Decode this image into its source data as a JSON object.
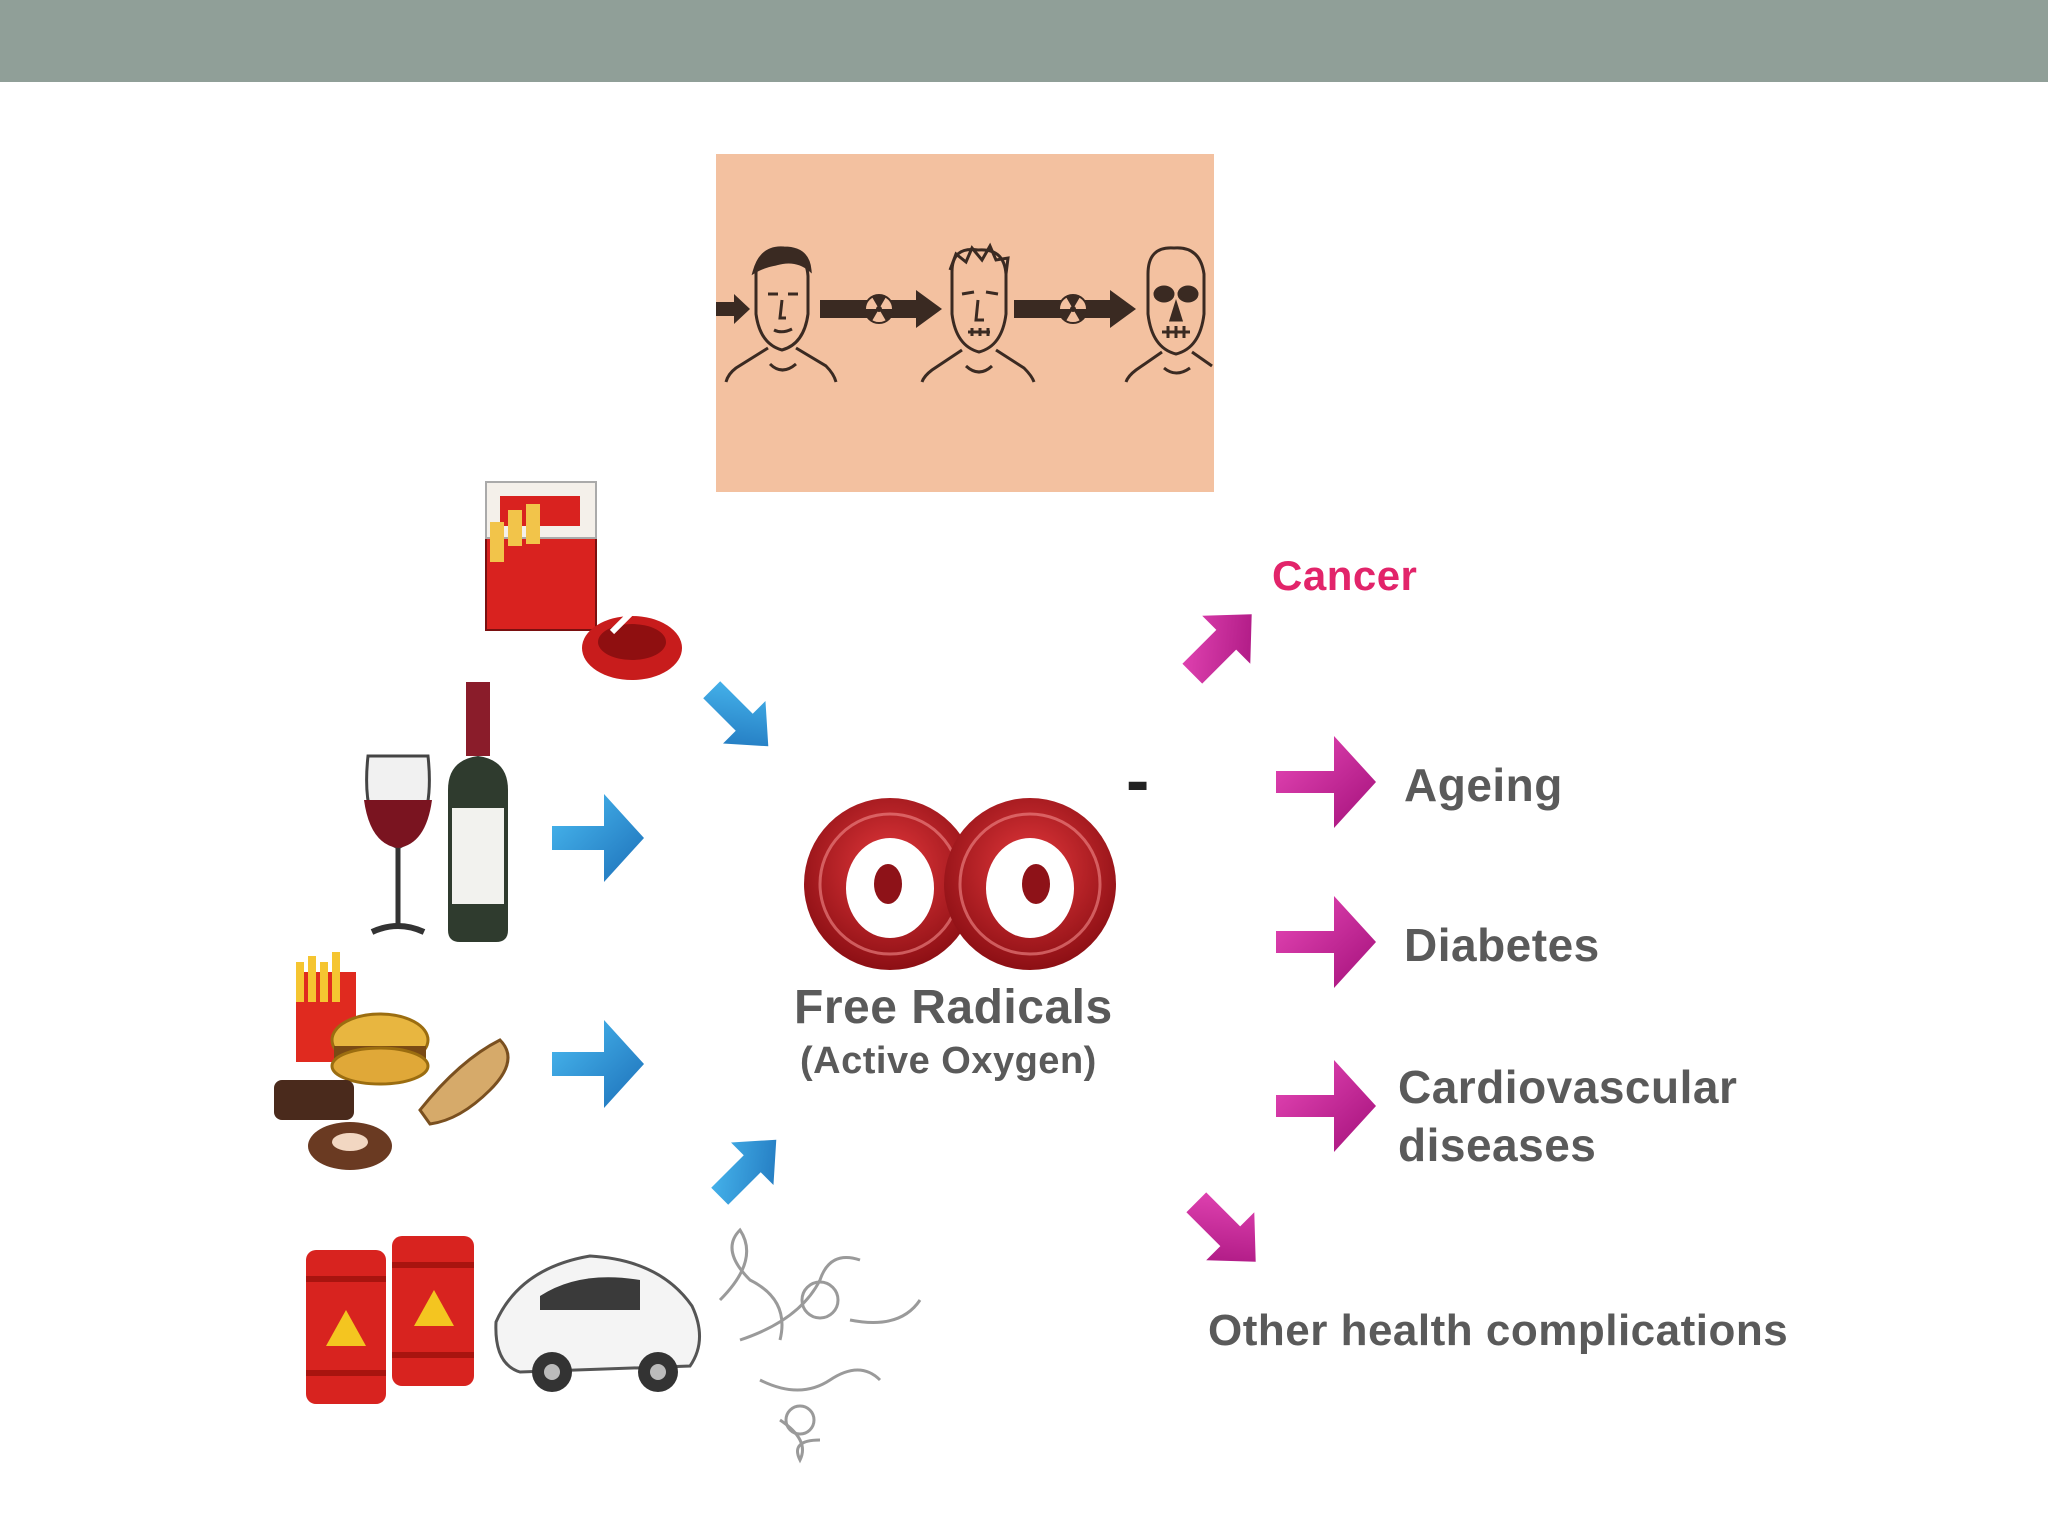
{
  "slide": {
    "background": "#ffffff",
    "title_bar_color": "#909f98"
  },
  "illustration": {
    "panel_color": "#f3c1a0",
    "icons": [
      "young-face-icon",
      "radiation-icon",
      "aged-face-icon",
      "radiation-icon",
      "skull-face-icon"
    ]
  },
  "center": {
    "title": "Free Radicals",
    "subtitle": "(Active Oxygen)",
    "charge": "-",
    "color": "#b3161c"
  },
  "sources": {
    "icons": [
      "cigarette-pack-icon",
      "wine-bottle-glass-icon",
      "fast-food-icon",
      "pollution-barrels-car-icon"
    ],
    "arrow_color": "#2a9fe0"
  },
  "effects": {
    "arrow_color": "#d81b9c",
    "items": [
      {
        "label": "Cancer"
      },
      {
        "label": "Ageing"
      },
      {
        "label": "Diabetes"
      },
      {
        "label_line1": "Cardiovascular",
        "label_line2": "diseases"
      },
      {
        "label": "Other health complications"
      }
    ],
    "cancer_color": "#e2246a",
    "text_color": "#5a5a5a"
  }
}
